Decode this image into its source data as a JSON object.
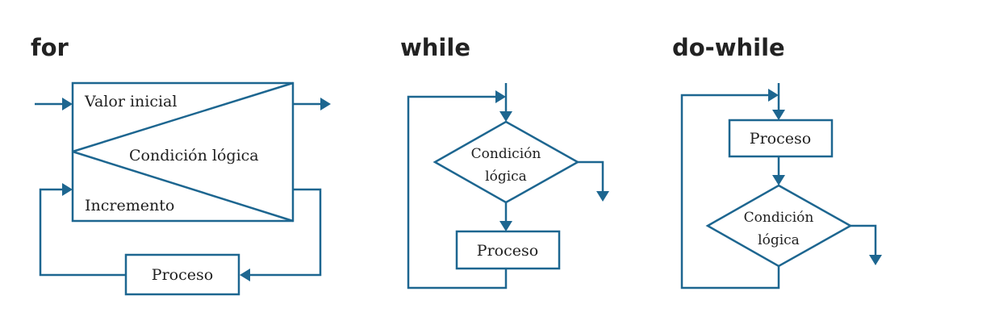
{
  "colors": {
    "stroke": "#1d6690",
    "text": "#1f1f1f",
    "heading": "#222222",
    "background": "#ffffff"
  },
  "for_diagram": {
    "title": "for",
    "initial_value": "Valor inicial",
    "condition": "Condición lógica",
    "increment": "Incremento",
    "process": "Proceso"
  },
  "while_diagram": {
    "title": "while",
    "condition_line1": "Condición",
    "condition_line2": "lógica",
    "process": "Proceso"
  },
  "do_while_diagram": {
    "title": "do-while",
    "process": "Proceso",
    "condition_line1": "Condición",
    "condition_line2": "lógica"
  }
}
